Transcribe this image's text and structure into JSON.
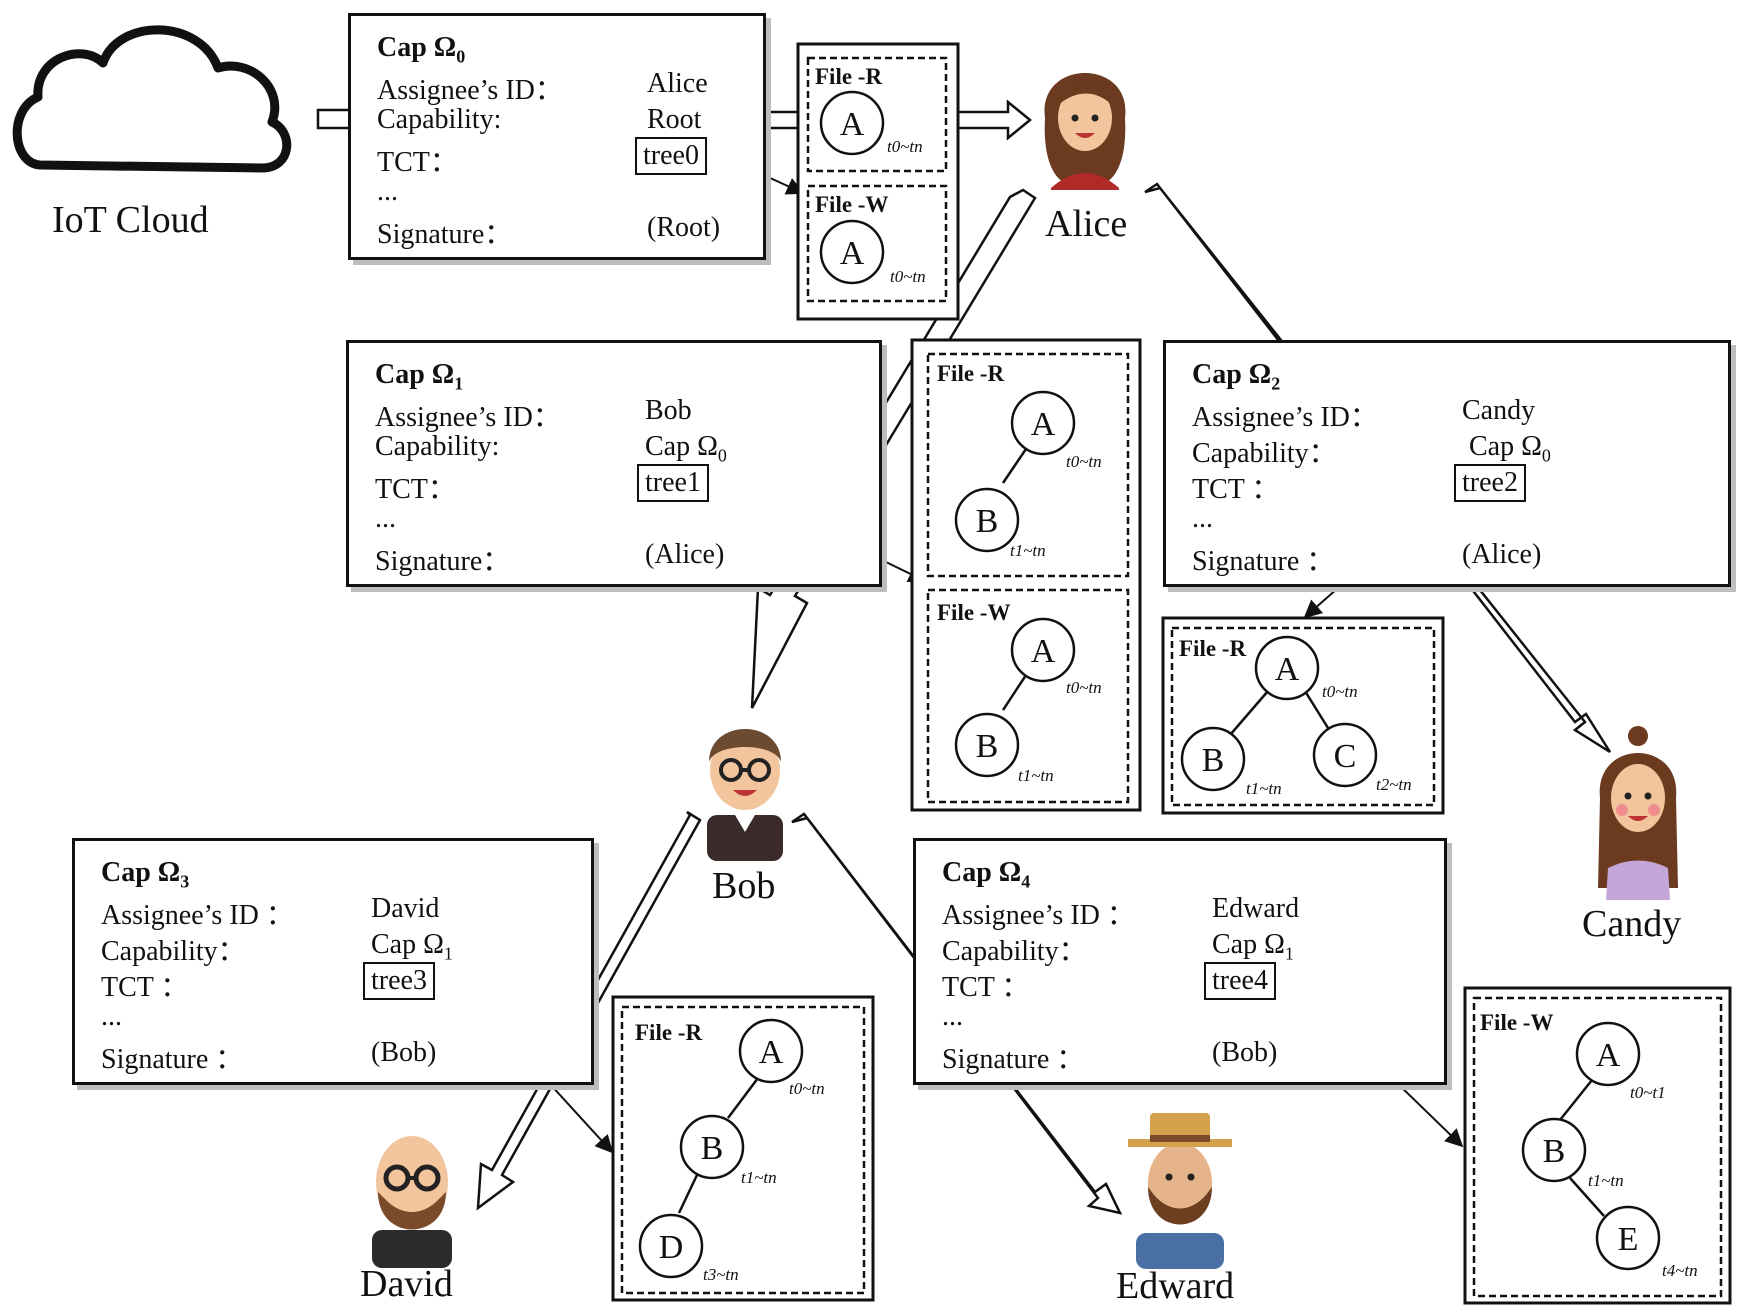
{
  "cloud": {
    "label": "IoT Cloud",
    "icon": "cloud-icon"
  },
  "people": {
    "alice": {
      "name": "Alice",
      "icon": "woman-avatar-icon"
    },
    "bob": {
      "name": "Bob",
      "icon": "man-glasses-avatar-icon"
    },
    "candy": {
      "name": "Candy",
      "icon": "woman-avatar-icon"
    },
    "david": {
      "name": "David",
      "icon": "bald-bearded-man-avatar-icon"
    },
    "edward": {
      "name": "Edward",
      "icon": "man-hat-beard-avatar-icon"
    }
  },
  "capabilities": [
    {
      "title": "Cap Ω",
      "index": "0",
      "labels": [
        "Assignee’s ID：",
        "Capability:",
        "TCT：",
        "...",
        "Signature："
      ],
      "values": {
        "assignee": "Alice",
        "capability": "Root",
        "capability_sub": "",
        "tct": "tree0",
        "signature": "(Root)"
      }
    },
    {
      "title": "Cap Ω",
      "index": "1",
      "labels": [
        "Assignee’s ID：",
        "Capability:",
        "TCT：",
        "...",
        "Signature："
      ],
      "values": {
        "assignee": "Bob",
        "capability": "Cap Ω",
        "capability_sub": "0",
        "tct": "tree1",
        "signature": "(Alice)"
      }
    },
    {
      "title": "Cap Ω",
      "index": "2",
      "labels": [
        "Assignee’s ID：",
        "Capability：",
        "TCT ：",
        "...",
        "Signature ："
      ],
      "values": {
        "assignee": "Candy",
        "capability": "Cap Ω",
        "capability_sub": "0",
        "tct": "tree2",
        "signature": "(Alice)"
      }
    },
    {
      "title": "Cap Ω",
      "index": "3",
      "labels": [
        "Assignee’s ID ：",
        "Capability：",
        "TCT ：",
        "...",
        "Signature ："
      ],
      "values": {
        "assignee": "David",
        "capability": "Cap Ω",
        "capability_sub": "1",
        "tct": "tree3",
        "signature": "(Bob)"
      }
    },
    {
      "title": "Cap Ω",
      "index": "4",
      "labels": [
        "Assignee’s ID ：",
        "Capability：",
        "TCT ：",
        "...",
        "Signature ："
      ],
      "values": {
        "assignee": "Edward",
        "capability": "Cap Ω",
        "capability_sub": "1",
        "tct": "tree4",
        "signature": "(Bob)"
      }
    }
  ],
  "file_trees": {
    "r0": {
      "label": "File -R",
      "nodes": [
        {
          "id": "A",
          "time": "t0~tn"
        }
      ]
    },
    "w0": {
      "label": "File -W",
      "nodes": [
        {
          "id": "A",
          "time": "t0~tn"
        }
      ]
    },
    "r1": {
      "label": "File -R",
      "nodes": [
        {
          "id": "A",
          "time": "t0~tn"
        },
        {
          "id": "B",
          "time": "t1~tn"
        }
      ]
    },
    "w1": {
      "label": "File -W",
      "nodes": [
        {
          "id": "A",
          "time": "t0~tn"
        },
        {
          "id": "B",
          "time": "t1~tn"
        }
      ]
    },
    "r2": {
      "label": "File -R",
      "nodes": [
        {
          "id": "A",
          "time": "t0~tn"
        },
        {
          "id": "B",
          "time": "t1~tn"
        },
        {
          "id": "C",
          "time": "t2~tn"
        }
      ]
    },
    "r3": {
      "label": "File -R",
      "nodes": [
        {
          "id": "A",
          "time": "t0~tn"
        },
        {
          "id": "B",
          "time": "t1~tn"
        },
        {
          "id": "D",
          "time": "t3~tn"
        }
      ]
    },
    "w4": {
      "label": "File -W",
      "nodes": [
        {
          "id": "A",
          "time": "t0~t1"
        },
        {
          "id": "B",
          "time": "t1~tn"
        },
        {
          "id": "E",
          "time": "t4~tn"
        }
      ]
    }
  }
}
